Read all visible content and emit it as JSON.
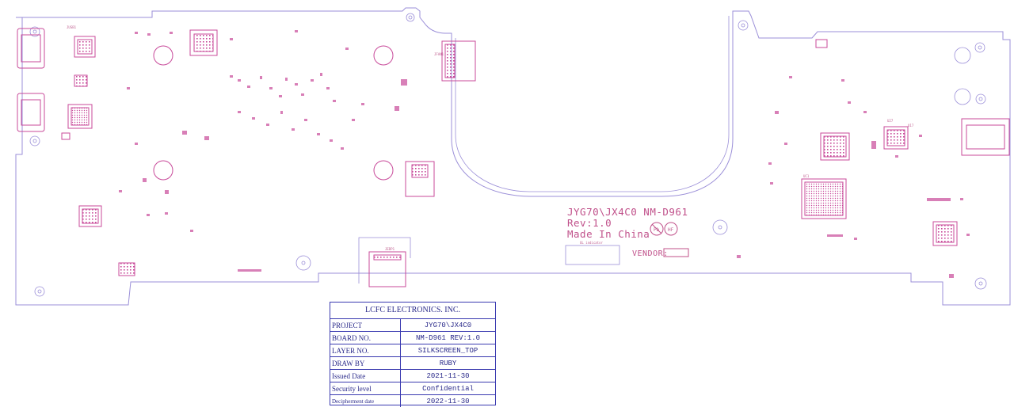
{
  "board": {
    "project_line": "JYG70\\JX4C0 NM-D961",
    "rev_line": "Rev:1.0",
    "made_line": "Made In China",
    "vendor_label": "VENDOR:",
    "ul_label": "UL indicator",
    "pb_mark": "Pb",
    "hf_mark": "HF",
    "labels": {
      "jusb": "JUSB1",
      "jfan": "JFAN1",
      "jlvds": "JEDP1",
      "u1": "U17",
      "u2": "U27",
      "cpu": "UC1"
    }
  },
  "title_block": {
    "company": "LCFC ELECTRONICS. INC.",
    "rows": [
      {
        "label": "PROJECT",
        "value": "JYG70\\JX4C0"
      },
      {
        "label": "BOARD NO.",
        "value": "NM-D961 REV:1.0"
      },
      {
        "label": "LAYER NO.",
        "value": "SILKSCREEN_TOP"
      },
      {
        "label": "DRAW BY",
        "value": "RUBY"
      },
      {
        "label": "Issued Date",
        "value": "2021-11-30"
      },
      {
        "label": "Security level",
        "value": "Confidential"
      },
      {
        "label": "Decipherment date",
        "value": "2022-11-30"
      }
    ]
  },
  "colors": {
    "outline": "#9b8fd8",
    "silk": "#c0508a",
    "component": "#c84a9a",
    "title_border": "#3a3ab0"
  }
}
